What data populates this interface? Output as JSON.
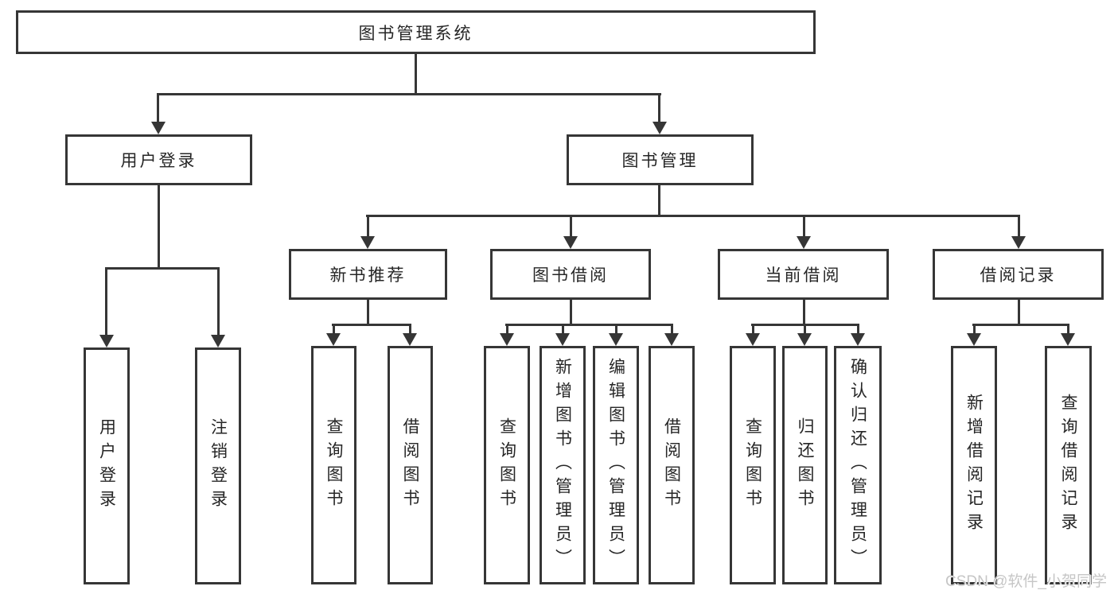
{
  "diagram": {
    "root": {
      "label": "图书管理系统",
      "children": [
        {
          "label": "用户登录",
          "children": [
            {
              "label": "用户登录"
            },
            {
              "label": "注销登录"
            }
          ]
        },
        {
          "label": "图书管理",
          "children": [
            {
              "label": "新书推荐",
              "children": [
                {
                  "label": "查询图书"
                },
                {
                  "label": "借阅图书"
                }
              ]
            },
            {
              "label": "图书借阅",
              "children": [
                {
                  "label": "查询图书"
                },
                {
                  "label": "新增图书（管理员）"
                },
                {
                  "label": "编辑图书（管理员）"
                },
                {
                  "label": "借阅图书"
                }
              ]
            },
            {
              "label": "当前借阅",
              "children": [
                {
                  "label": "查询图书"
                },
                {
                  "label": "归还图书"
                },
                {
                  "label": "确认归还（管理员）"
                }
              ]
            },
            {
              "label": "借阅记录",
              "children": [
                {
                  "label": "新增借阅记录"
                },
                {
                  "label": "查询借阅记录"
                }
              ]
            }
          ]
        }
      ]
    }
  },
  "watermark": {
    "text": "CSDN @软件_小贺同学"
  },
  "colors": {
    "line": "#363636",
    "box_border": "#363636",
    "text": "#262626",
    "background": "#ffffff",
    "watermark": "#c6c6c6"
  }
}
